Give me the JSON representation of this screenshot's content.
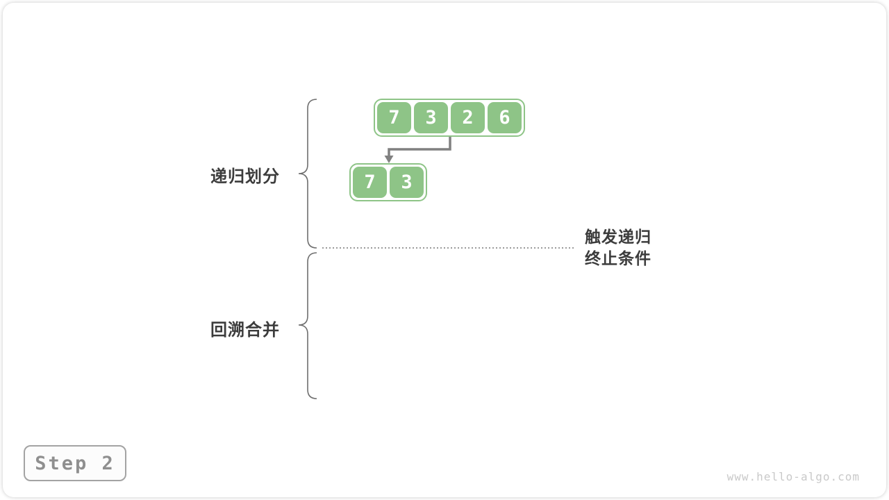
{
  "labels": {
    "phase_top": "递归划分",
    "phase_bottom": "回溯合并",
    "annotation_line1": "触发递归",
    "annotation_line2": "终止条件"
  },
  "arrays": {
    "level1": {
      "values": [
        "7",
        "3",
        "2",
        "6"
      ]
    },
    "level2": {
      "values": [
        "7",
        "3"
      ]
    }
  },
  "step_badge": {
    "label": "Step 2"
  },
  "watermark": {
    "text": "www.hello-algo.com"
  },
  "colors": {
    "cell_green": "#8EC487",
    "cell_border_green": "#8EC487",
    "arrow_gray": "#808080",
    "brace_gray": "#6E6E6E",
    "dark_text": "#3C3C3C",
    "step_text": "#8F8F8F",
    "step_border": "#A3A3A3",
    "step_bg": "#FCFCFC",
    "dotted_line": "#9A9A9A",
    "watermark_gray": "#C9C9C9"
  }
}
